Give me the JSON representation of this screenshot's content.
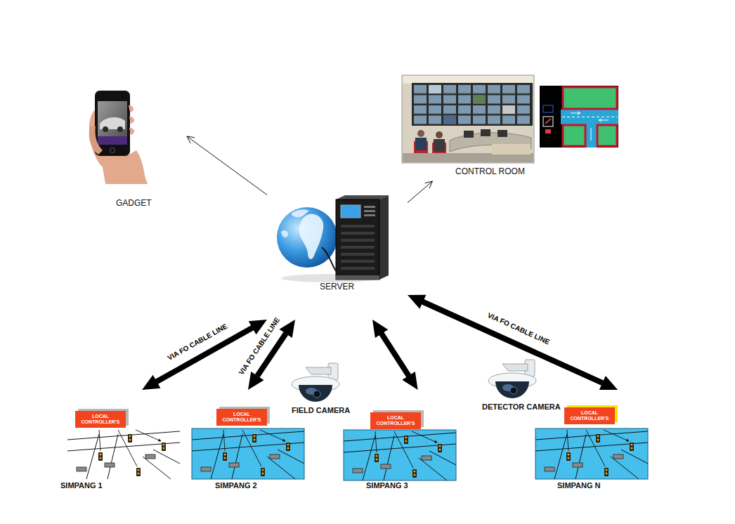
{
  "diagram": {
    "nodes": [
      {
        "text": [
          "GADGET"
        ]
      },
      {
        "text": [
          "CONTROL ROOM"
        ]
      },
      {
        "text": [
          "SERVER"
        ]
      },
      {
        "text": [
          "SIMPANG 1"
        ]
      },
      {
        "text": [
          "LOCAL CONTROLLER'S"
        ],
        "in": 3
      },
      {
        "text": [
          "SIMPANG 2"
        ]
      },
      {
        "text": [
          "LOCAL CONTROLLER'S"
        ],
        "in": 5
      },
      {
        "text": [
          "SIMPANG 3"
        ]
      },
      {
        "text": [
          "LOCAL CONTROLLER'S"
        ],
        "in": 7
      },
      {
        "text": [
          "SIMPANG N"
        ]
      },
      {
        "text": [
          "LOCAL CONTROLLER'S"
        ],
        "in": 9
      }
    ],
    "edges": [
      {
        "from": 2,
        "to": 0,
        "arrow": "to"
      },
      {
        "from": 2,
        "to": 1,
        "arrow": "to"
      },
      {
        "from": 2,
        "to": 3,
        "arrow": "both",
        "label": "VIA FO CABLE LINE"
      },
      {
        "from": 2,
        "to": 5,
        "arrow": "both",
        "label": "VIA FO CABLE LINE"
      },
      {
        "from": 2,
        "to": 7,
        "arrow": "both"
      },
      {
        "from": 2,
        "to": 9,
        "arrow": "both",
        "label": "VIA FO CABLE LINE"
      }
    ],
    "labels": [
      "FIELD CAMERA",
      "DETECTOR CAMERA"
    ]
  }
}
